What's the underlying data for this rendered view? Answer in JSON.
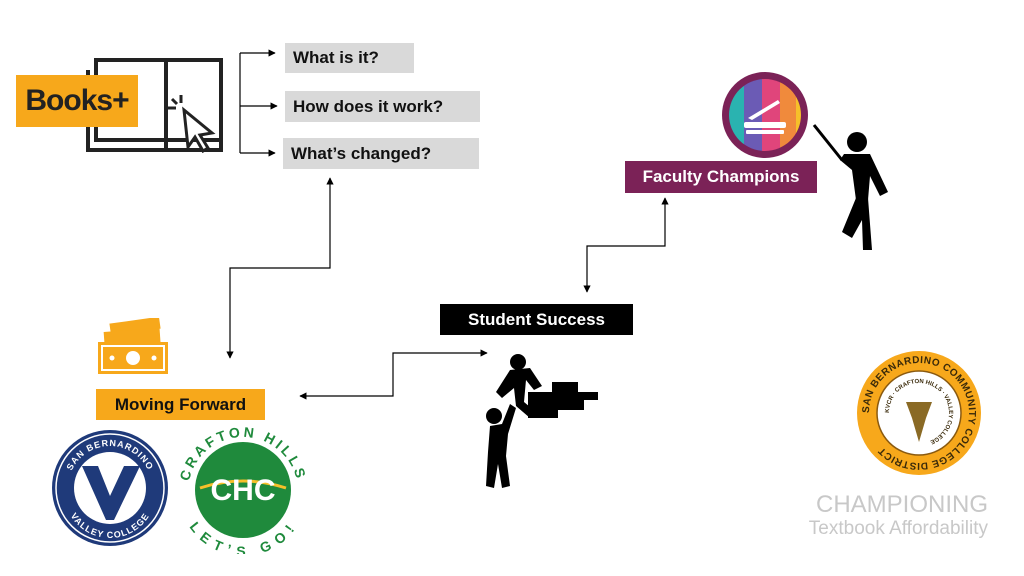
{
  "logo": {
    "books_plus": "Books+"
  },
  "questions": [
    {
      "label": "What is it?"
    },
    {
      "label": "How does it work?"
    },
    {
      "label": "What’s changed?"
    }
  ],
  "nodes": {
    "faculty": "Faculty Champions",
    "student": "Student Success",
    "moving": "Moving Forward"
  },
  "logos": {
    "sbvc_top": "SAN BERNARDINO",
    "sbvc_bottom": "VALLEY COLLEGE",
    "chc_top": "CRAFTON HILLS",
    "chc_mid": "CHC",
    "chc_bottom": "LET’S GO!",
    "sbccd_ring": "SAN BERNARDINO COMMUNITY COLLEGE DISTRICT",
    "sbccd_inner": "KVCR · CRAFTON HILLS · VALLEY COLLEGE"
  },
  "footer": {
    "line1": "CHAMPIONING",
    "line2": "Textbook Affordability"
  },
  "colors": {
    "orange": "#f7a81b",
    "purple": "#7b2257",
    "black": "#000000",
    "grey": "#d9d9d9",
    "navy": "#1f3a7a",
    "green": "#1f8a3c"
  }
}
